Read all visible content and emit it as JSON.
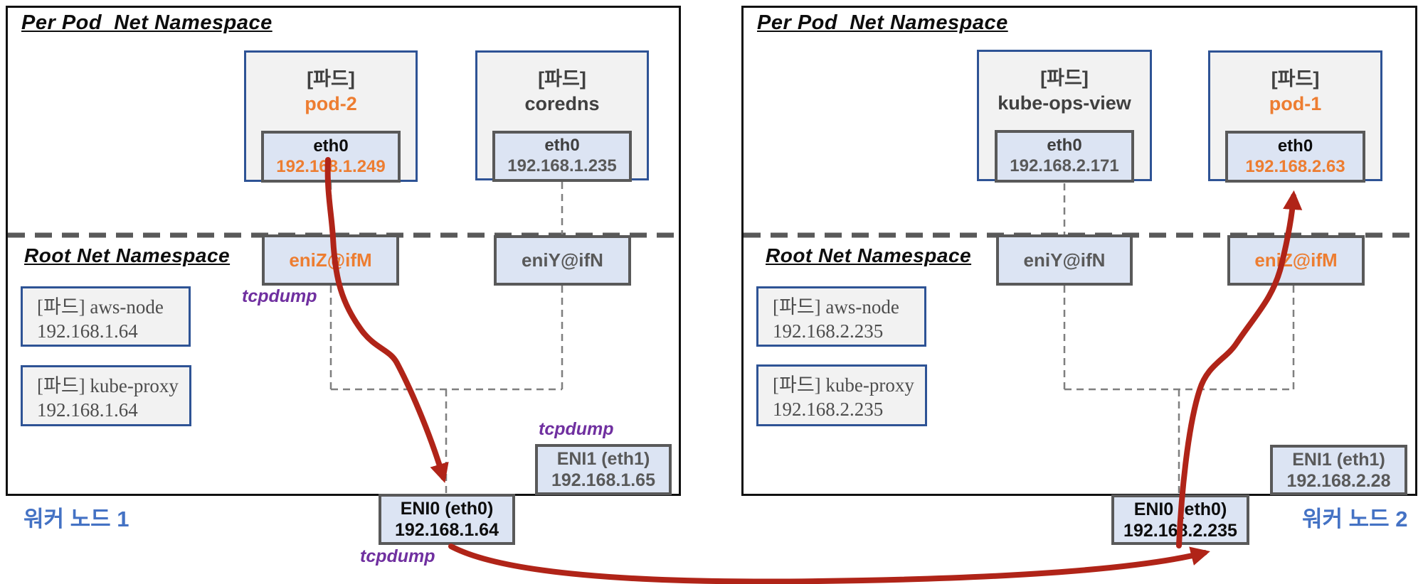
{
  "colors": {
    "accent_orange": "#ED7D31",
    "arrow_red": "#B02418",
    "tcpdump_purple": "#7030A0",
    "node_label_blue": "#4472C4",
    "iface_fill_blue": "#DCE4F3",
    "pod_fill_gray": "#F2F2F2",
    "pod_border_blue": "#2E5395",
    "iface_border_gray": "#595959"
  },
  "node1": {
    "per_pod_title": "Per Pod  Net Namespace",
    "root_title": "Root Net Namespace",
    "node_label": "워커 노드 1",
    "pod2": {
      "tag": "[파드]",
      "name": "pod-2",
      "iface": "eth0",
      "ip": "192.168.1.249"
    },
    "coredns": {
      "tag": "[파드]",
      "name": "coredns",
      "iface": "eth0",
      "ip": "192.168.1.235"
    },
    "eni_z": {
      "label": "eniZ@ifM"
    },
    "eni_y": {
      "label": "eniY@ifN"
    },
    "aws_node": {
      "name": "[파드] aws-node",
      "ip": "192.168.1.64"
    },
    "kube_proxy": {
      "name": "[파드] kube-proxy",
      "ip": "192.168.1.64"
    },
    "eni0": {
      "label": "ENI0 (eth0)",
      "ip": "192.168.1.64"
    },
    "eni1": {
      "label": "ENI1 (eth1)",
      "ip": "192.168.1.65"
    },
    "tcpdump_eni_z": "tcpdump",
    "tcpdump_eni1": "tcpdump",
    "tcpdump_eni0": "tcpdump"
  },
  "node2": {
    "per_pod_title": "Per Pod  Net Namespace",
    "root_title": "Root Net Namespace",
    "node_label": "워커 노드 2",
    "kube_ops_view": {
      "tag": "[파드]",
      "name": "kube-ops-view",
      "iface": "eth0",
      "ip": "192.168.2.171"
    },
    "pod1": {
      "tag": "[파드]",
      "name": "pod-1",
      "iface": "eth0",
      "ip": "192.168.2.63"
    },
    "eni_y": {
      "label": "eniY@ifN"
    },
    "eni_z": {
      "label": "eniZ@ifM"
    },
    "aws_node": {
      "name": "[파드] aws-node",
      "ip": "192.168.2.235"
    },
    "kube_proxy": {
      "name": "[파드] kube-proxy",
      "ip": "192.168.2.235"
    },
    "eni0": {
      "label": "ENI0 (eth0)",
      "ip": "192.168.2.235"
    },
    "eni1": {
      "label": "ENI1 (eth1)",
      "ip": "192.168.2.28"
    }
  }
}
